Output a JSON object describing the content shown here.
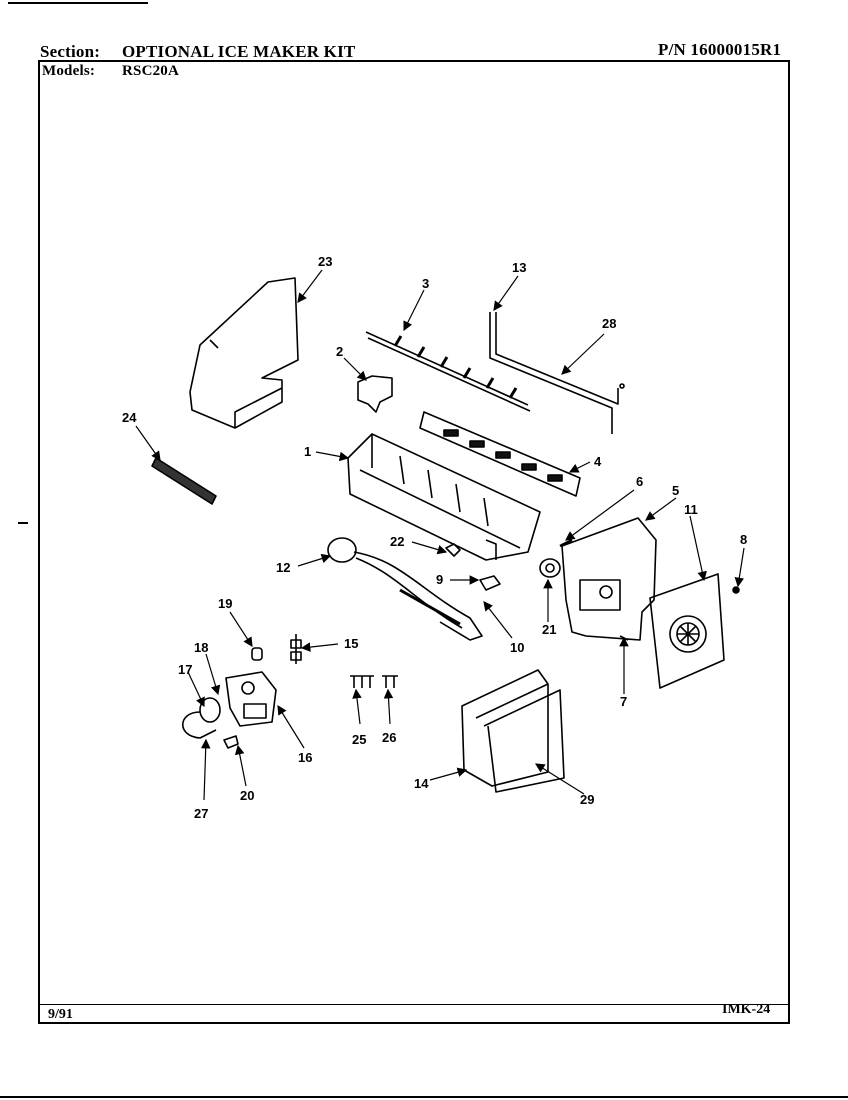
{
  "header": {
    "section_label": "Section:",
    "section_value": "OPTIONAL ICE MAKER KIT",
    "part_number": "P/N 16000015R1",
    "models_label": "Models:",
    "models_value": "RSC20A"
  },
  "footer": {
    "date": "9/91",
    "page_code": "IMK-24"
  },
  "callouts": [
    "1",
    "2",
    "3",
    "4",
    "5",
    "6",
    "7",
    "8",
    "9",
    "10",
    "11",
    "12",
    "13",
    "14",
    "15",
    "16",
    "17",
    "18",
    "19",
    "20",
    "21",
    "22",
    "23",
    "24",
    "25",
    "26",
    "27",
    "28",
    "29"
  ]
}
